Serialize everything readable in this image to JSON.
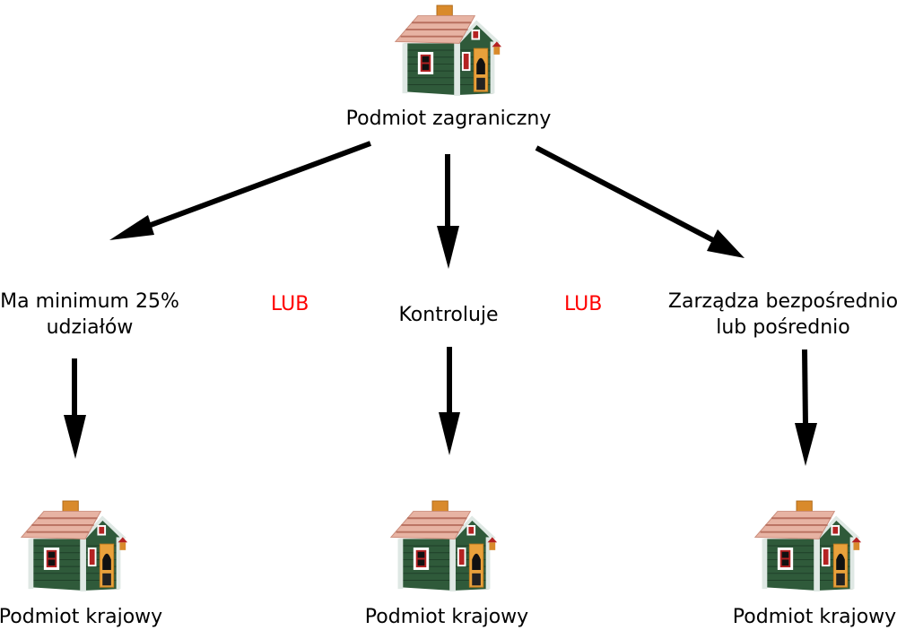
{
  "diagram": {
    "root": {
      "label": "Podmiot zagraniczny",
      "icon": "house-icon"
    },
    "relations": [
      {
        "label_lines": [
          "Ma minimum 25%",
          "udziałów"
        ]
      },
      {
        "label_lines": [
          "Kontroluje"
        ]
      },
      {
        "label_lines": [
          "Zarządza bezpośrednio",
          "lub pośrednio"
        ]
      }
    ],
    "connectors": [
      "LUB",
      "LUB"
    ],
    "children": [
      {
        "label": "Podmiot krajowy",
        "icon": "house-icon"
      },
      {
        "label": "Podmiot krajowy",
        "icon": "house-icon"
      },
      {
        "label": "Podmiot krajowy",
        "icon": "house-icon"
      }
    ],
    "colors": {
      "connector": "#ff0000",
      "arrow": "#000000"
    }
  }
}
